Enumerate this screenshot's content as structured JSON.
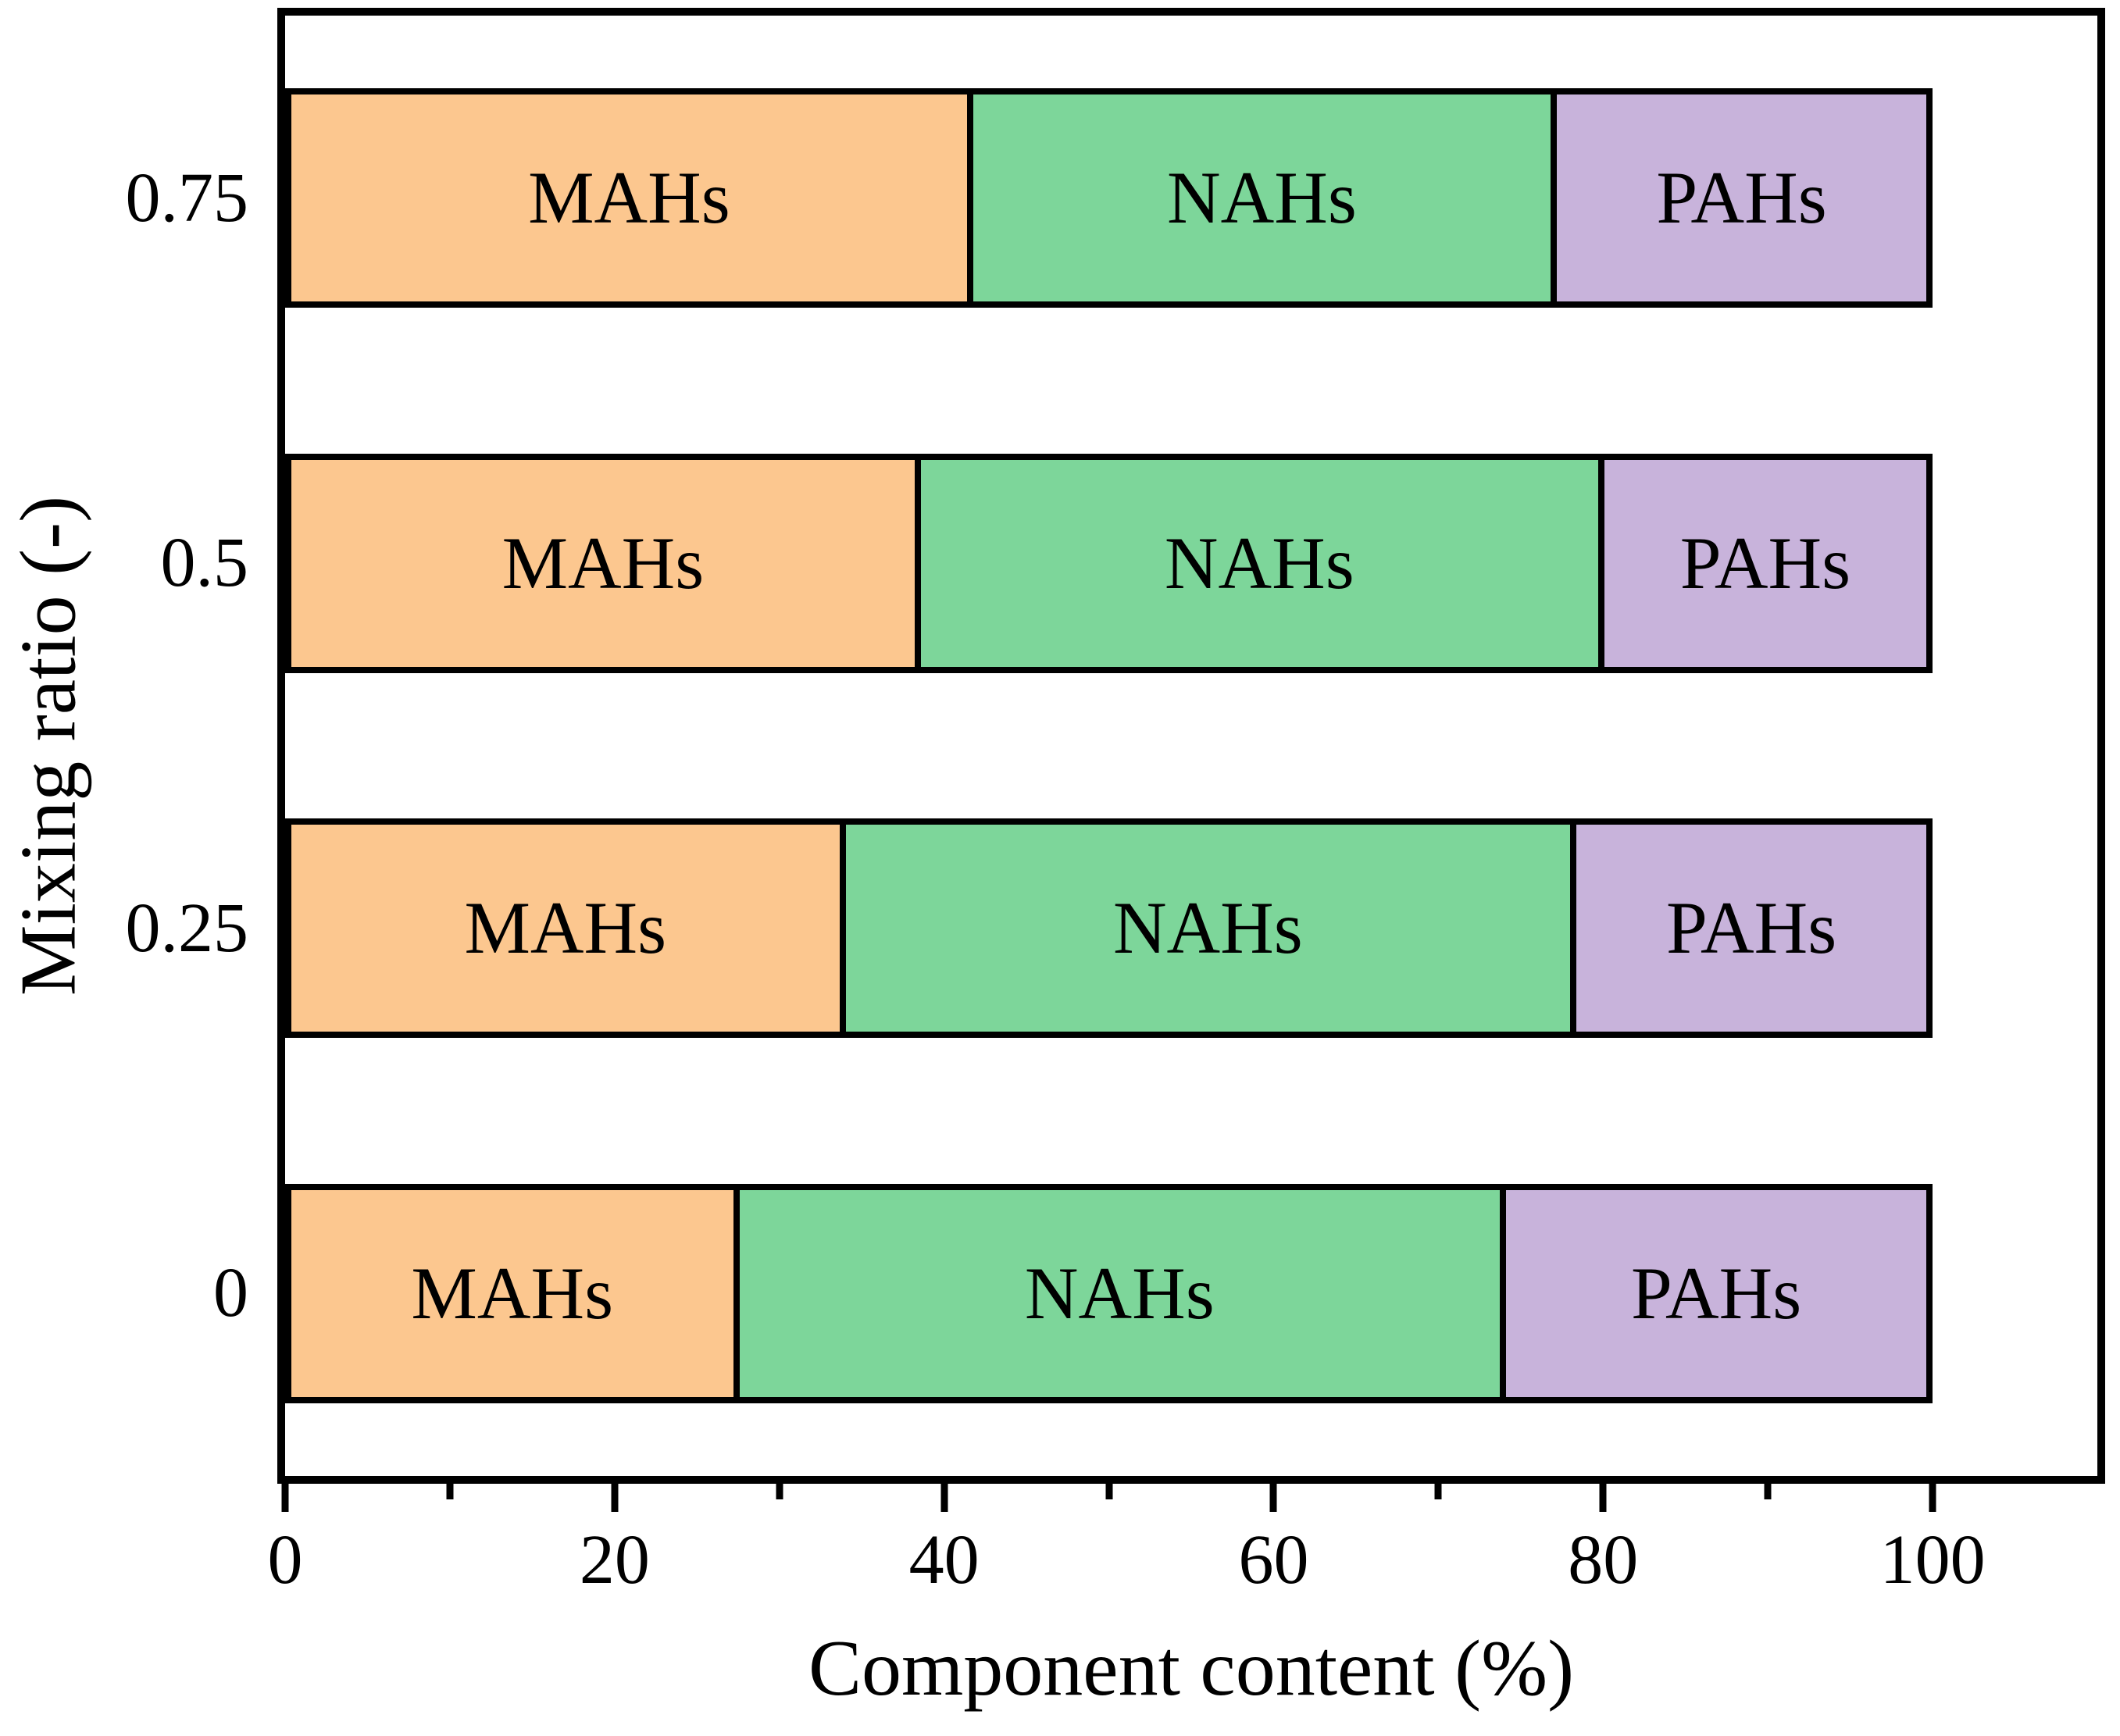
{
  "chart_data": {
    "type": "bar",
    "orientation": "horizontal",
    "stacked": true,
    "title": "",
    "xlabel": "Component content (%)",
    "ylabel": "Mixing ratio (-)",
    "categories": [
      "0.75",
      "0.5",
      "0.25",
      "0"
    ],
    "series": [
      {
        "name": "MAHs",
        "color": "#FCC78F",
        "values": [
          41.7,
          38.5,
          33.9,
          27.4
        ]
      },
      {
        "name": "NAHs",
        "color": "#7DD69A",
        "values": [
          35.7,
          41.8,
          44.7,
          46.9
        ]
      },
      {
        "name": "PAHs",
        "color": "#C8B3DB",
        "values": [
          22.6,
          19.7,
          21.4,
          25.7
        ]
      }
    ],
    "xlim": [
      0,
      110
    ],
    "x_major_ticks": [
      0,
      20,
      40,
      60,
      80,
      100
    ],
    "x_minor_ticks": [
      10,
      30,
      50,
      70,
      90
    ],
    "grid": "off",
    "legend": "none",
    "segment_labels_inside": true
  },
  "colors": {
    "axis": "#000000",
    "background": "#ffffff",
    "text": "#000000",
    "bar_border": "#000000"
  }
}
